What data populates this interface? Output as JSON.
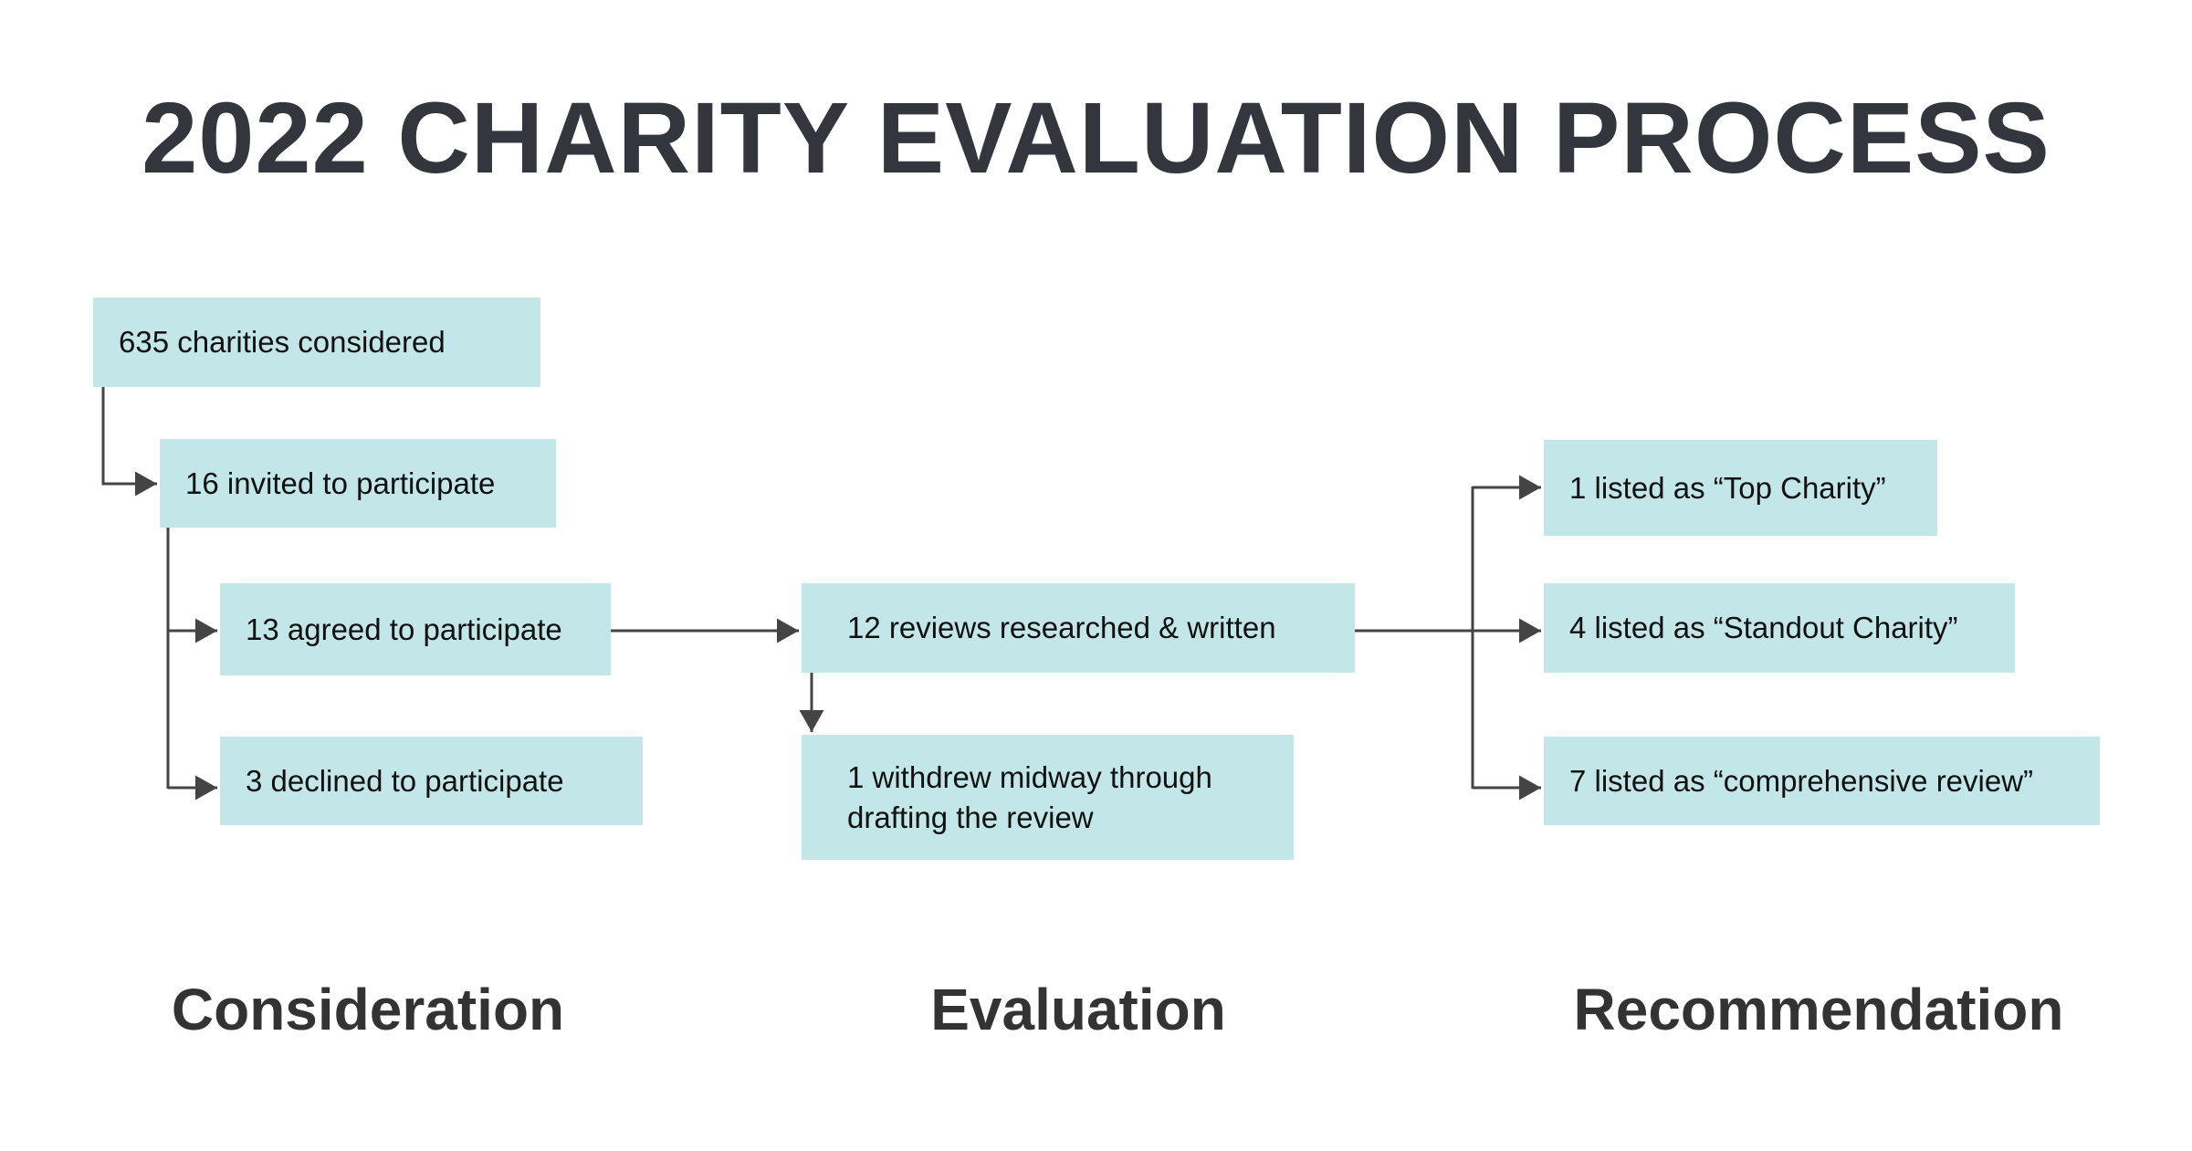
{
  "title": "2022 CHARITY EVALUATION PROCESS",
  "colors": {
    "box_fill": "#c3e6e8",
    "connector": "#444444",
    "title_text": "#33363d",
    "phase_text": "#333333",
    "box_text": "#111111"
  },
  "consideration": {
    "considered": "635 charities considered",
    "invited": "16 invited to participate",
    "agreed": "13 agreed to participate",
    "declined": "3 declined to participate"
  },
  "evaluation": {
    "reviews": "12 reviews researched & written",
    "withdrew": "1 withdrew midway through\ndrafting the review"
  },
  "recommendation": {
    "top": "1 listed as “Top Charity”",
    "standout": "4 listed as “Standout Charity”",
    "comprehensive": "7 listed as “comprehensive review”"
  },
  "phases": {
    "consideration": "Consideration",
    "evaluation": "Evaluation",
    "recommendation": "Recommendation"
  }
}
